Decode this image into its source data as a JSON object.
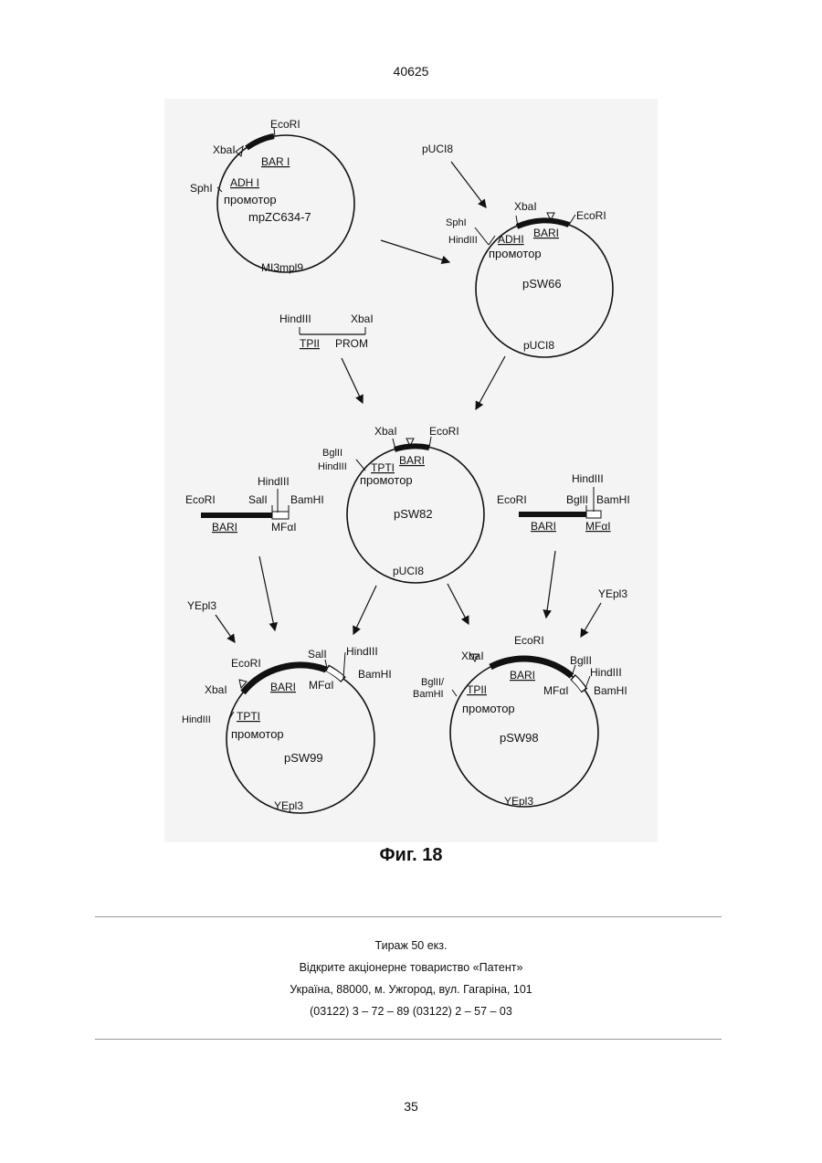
{
  "header": {
    "page_code": "40625"
  },
  "figure": {
    "caption": "Фиг. 18",
    "plasmids": {
      "mpZC634": {
        "name": "mpZC634-7",
        "vector": "MI3mpl9",
        "gene": "BAR I",
        "promoter_gene": "ADH I",
        "promoter": "промотор",
        "sites": [
          "EcoRI",
          "XbaI",
          "SphI"
        ]
      },
      "pSW66": {
        "name": "pSW66",
        "vector": "pUCI8",
        "gene": "BARI",
        "promoter_gene": "ADHI",
        "promoter": "промотор",
        "sites": [
          "XbaI",
          "EcoRI",
          "SphI",
          "HindIII"
        ]
      },
      "pSW82": {
        "name": "pSW82",
        "vector": "pUCI8",
        "gene": "BARI",
        "promoter_gene": "TPTI",
        "promoter": "промотор",
        "sites": [
          "XbaI",
          "EcoRI",
          "BglII",
          "HindIII"
        ]
      },
      "pSW99": {
        "name": "pSW99",
        "vector": "YEpl3",
        "gene": "BARI",
        "promoter_gene": "TPTI",
        "promoter": "промотор",
        "mf": "MFαI",
        "sites": [
          "EcoRI",
          "SalI",
          "HindIII",
          "BamHI",
          "XbaI",
          "HindIII"
        ]
      },
      "pSW98": {
        "name": "pSW98",
        "vector": "YEpl3",
        "gene": "BARI",
        "promoter_gene": "TPII",
        "promoter": "промотор",
        "mf": "MFαI",
        "sites": [
          "EcoRI",
          "XbaI",
          "BglII",
          "HindIII",
          "BglII/",
          "BamHI",
          "BamHI"
        ]
      }
    },
    "inputs": {
      "puc18": "pUCI8",
      "yep13_left": "YEpl3",
      "yep13_right": "YEpl3"
    },
    "tpi_fragment": {
      "sites": [
        "HindIII",
        "XbaI"
      ],
      "label_a": "TPII",
      "label_b": "PROM"
    },
    "left_fragment": {
      "sites": [
        "EcoRI",
        "SalI",
        "HindIII",
        "BamHI"
      ],
      "gene": "BARI",
      "mf": "MFαI"
    },
    "right_fragment": {
      "sites": [
        "EcoRI",
        "BglII",
        "HindIII",
        "BamHI"
      ],
      "gene": "BARI",
      "mf": "MFαI"
    }
  },
  "imprint": {
    "line1": "Тираж 50 екз.",
    "line2": "Відкрите акціонерне товариство «Патент»",
    "line3": "Україна, 88000, м. Ужгород, вул. Гагаріна, 101",
    "line4": "(03122) 3 – 72 – 89   (03122) 2 – 57 – 03"
  },
  "footer": {
    "page_number": "35"
  }
}
